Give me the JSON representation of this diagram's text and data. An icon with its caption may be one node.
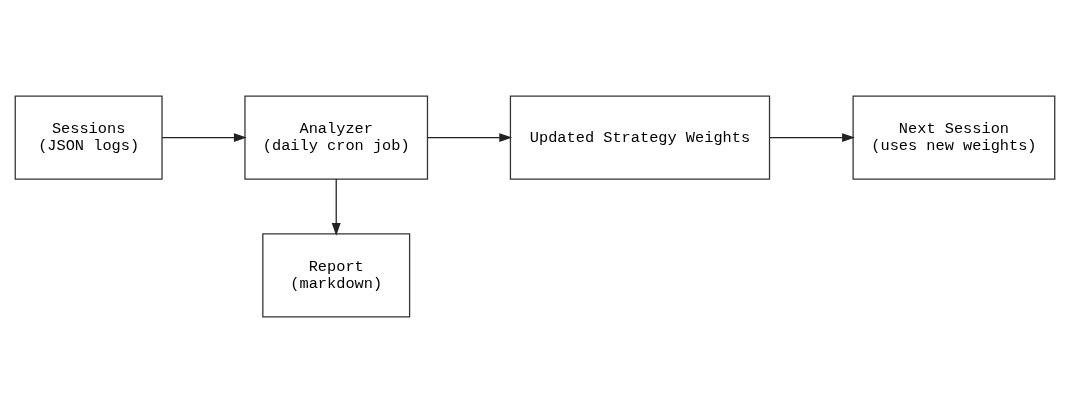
{
  "diagram": {
    "nodes": [
      {
        "text": [
          "Sessions",
          "(JSON logs)"
        ]
      },
      {
        "text": [
          "Analyzer",
          "(daily cron job)"
        ]
      },
      {
        "text": [
          "Updated Strategy Weights"
        ]
      },
      {
        "text": [
          "Report",
          "(markdown)"
        ]
      },
      {
        "text": [
          "Next Session",
          "(uses new weights)"
        ]
      }
    ],
    "edges": [
      {
        "from": 0,
        "to": 1,
        "arrow": "to"
      },
      {
        "from": 1,
        "to": 2,
        "arrow": "to"
      },
      {
        "from": 1,
        "to": 3,
        "arrow": "to"
      },
      {
        "from": 2,
        "to": 4,
        "arrow": "to"
      }
    ]
  }
}
